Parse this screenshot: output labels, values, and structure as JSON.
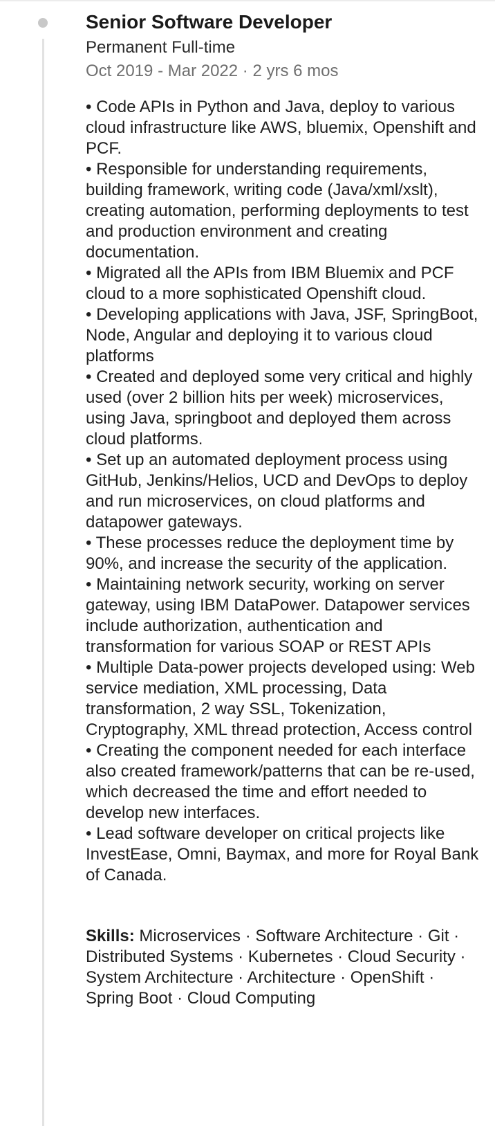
{
  "position": {
    "title": "Senior Software Developer",
    "employment_type": "Permanent Full-time",
    "dates": "Oct 2019 - Mar 2022 · 2 yrs 6 mos"
  },
  "description": {
    "bullets": [
      "•  Code APIs in Python and Java, deploy to various cloud infrastructure like AWS, bluemix, Openshift and PCF.",
      "•  Responsible for understanding requirements, building framework, writing code (Java/xml/xslt), creating automation, performing deployments to test and production environment and creating documentation.",
      "•  Migrated all the APIs from IBM Bluemix and PCF cloud to a more sophisticated Openshift cloud.",
      "•  Developing applications with Java, JSF, SpringBoot, Node, Angular and deploying it to various cloud platforms",
      "•  Created and deployed some very critical and highly used (over 2 billion hits per week) microservices, using Java, springboot and deployed them across cloud platforms.",
      "•  Set up an automated deployment process using GitHub, Jenkins/Helios, UCD and DevOps to deploy and run microservices, on cloud platforms and datapower gateways.",
      "•  These processes reduce the deployment time by 90%, and increase the security of the application.",
      "•  Maintaining network security, working on server gateway, using IBM DataPower. Datapower services include authorization, authentication and transformation for various SOAP or REST APIs",
      "•  Multiple Data-power projects developed using: Web service mediation, XML processing, Data transformation, 2 way SSL, Tokenization, Cryptography, XML thread protection, Access control",
      "•  Creating the component needed for each interface also created framework/patterns that can be re-used, which decreased the time and effort needed to develop new interfaces.",
      "•  Lead software developer on critical projects like InvestEase, Omni, Baymax, and more for Royal Bank of Canada."
    ]
  },
  "skills": {
    "label": "Skills:",
    "text": " Microservices · Software Architecture · Git · Distributed Systems · Kubernetes · Cloud Security · System Architecture · Architecture · OpenShift · Spring Boot · Cloud Computing"
  }
}
